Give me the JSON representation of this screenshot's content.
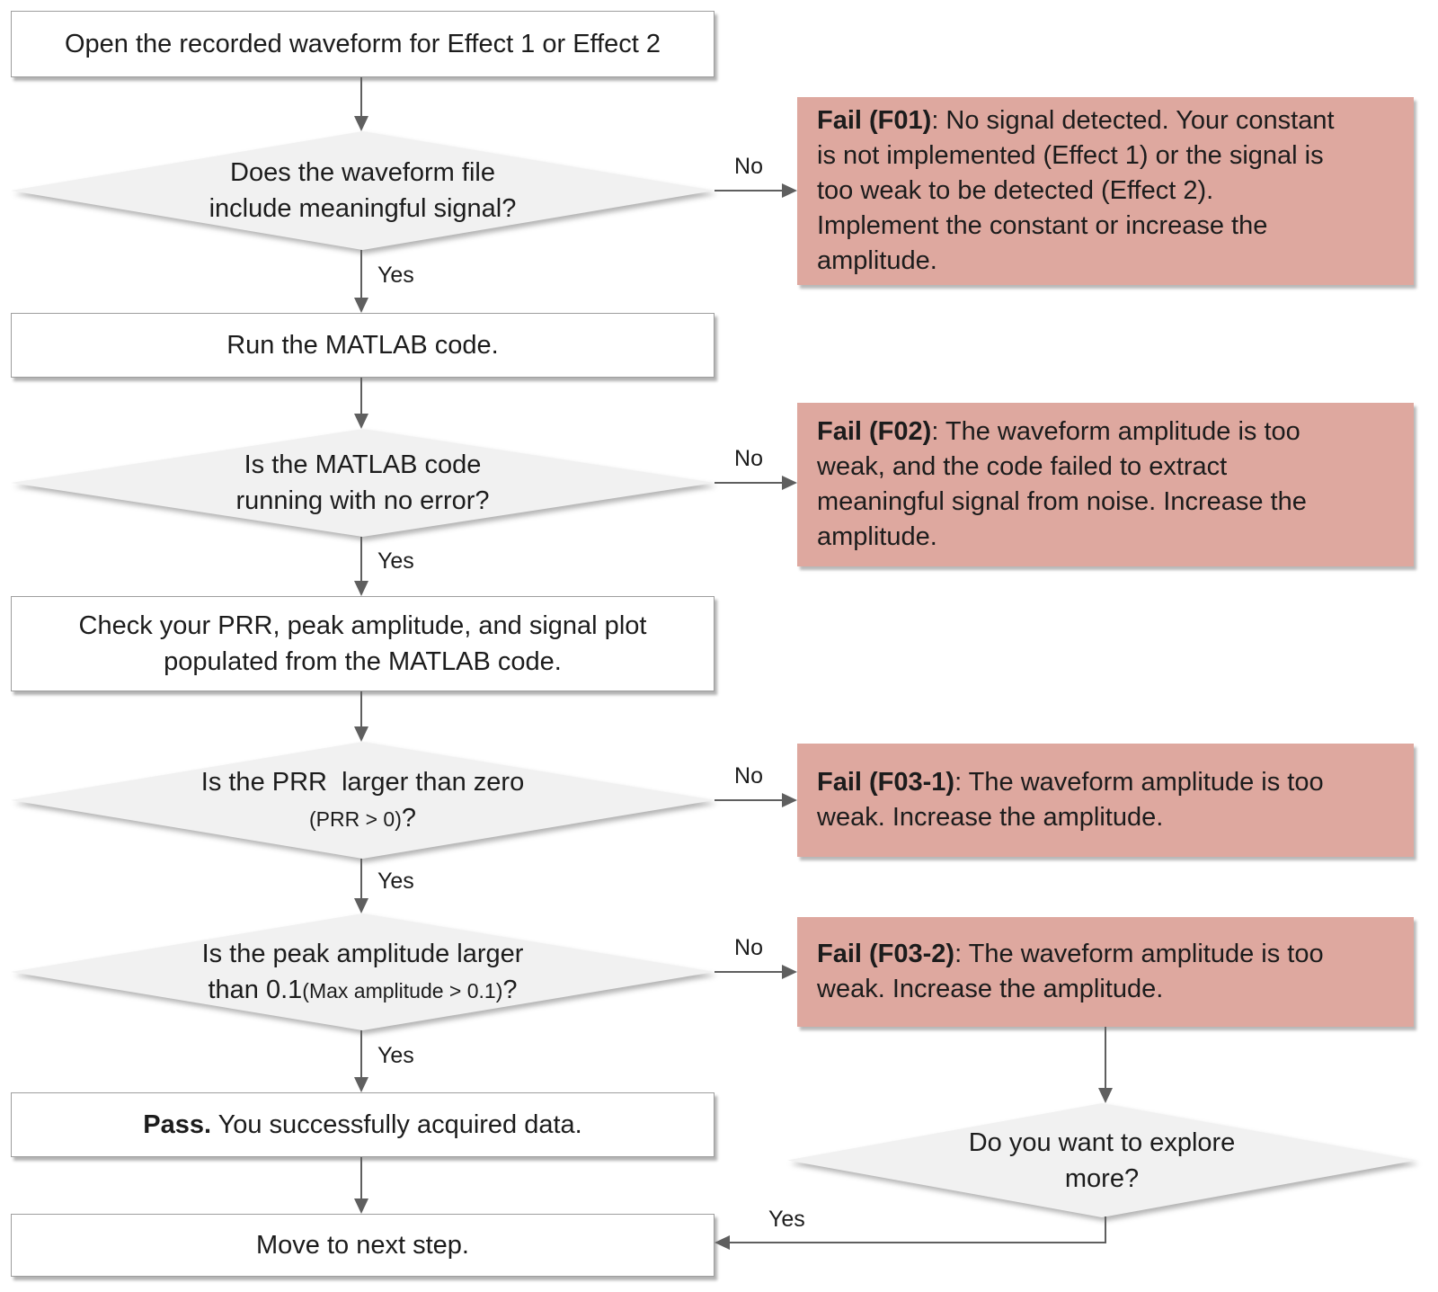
{
  "colors": {
    "fail-fill": "#dea89f",
    "node-fill": "#ffffff",
    "diamond-fill": "#f1f1f1",
    "node-border": "#9e9e9e",
    "line": "#5f5f5f",
    "text": "#1c1c1c"
  },
  "edges": {
    "yes": "Yes",
    "no": "No"
  },
  "nodes": {
    "start": {
      "label": "Open the recorded waveform for Effect 1 or Effect 2"
    },
    "d1": {
      "lines": [
        "Does the waveform file",
        "include meaningful signal?"
      ]
    },
    "f01": {
      "label": "Fail (F01)",
      "lines": [
        ": No signal detected. Your constant",
        "is not implemented (Effect 1) or the signal is",
        "too weak to be detected (Effect 2).",
        "Implement the constant or increase the",
        "amplitude."
      ]
    },
    "run": {
      "label": "Run the MATLAB code."
    },
    "d2": {
      "lines": [
        "Is the MATLAB code",
        "running with no error?"
      ]
    },
    "f02": {
      "label": "Fail (F02)",
      "lines": [
        ": The waveform amplitude is too",
        "weak, and the code failed to extract",
        "meaningful signal from noise. Increase the",
        "amplitude."
      ]
    },
    "check": {
      "lines": [
        "Check your PRR, peak amplitude, and signal plot",
        "populated from the MATLAB code."
      ]
    },
    "d3": {
      "line1": "Is the PRR  larger than zero",
      "line2_small": "(PRR > 0)",
      "line2_suffix": "?"
    },
    "f03_1": {
      "label": "Fail (F03-1)",
      "lines": [
        ": The waveform amplitude is too",
        "weak. Increase the amplitude."
      ]
    },
    "d4": {
      "line1": "Is the peak amplitude larger",
      "line2_normal": "than 0.1",
      "line2_small": "(Max amplitude > 0.1)",
      "line2_suffix": "?"
    },
    "f03_2": {
      "label": "Fail (F03-2)",
      "lines": [
        ": The waveform amplitude is too",
        "weak. Increase the amplitude."
      ]
    },
    "pass": {
      "label": "Pass.",
      "text": " You successfully acquired data."
    },
    "explore": {
      "lines": [
        "Do you want to explore",
        "more?"
      ]
    },
    "next": {
      "label": "Move to next step."
    }
  }
}
